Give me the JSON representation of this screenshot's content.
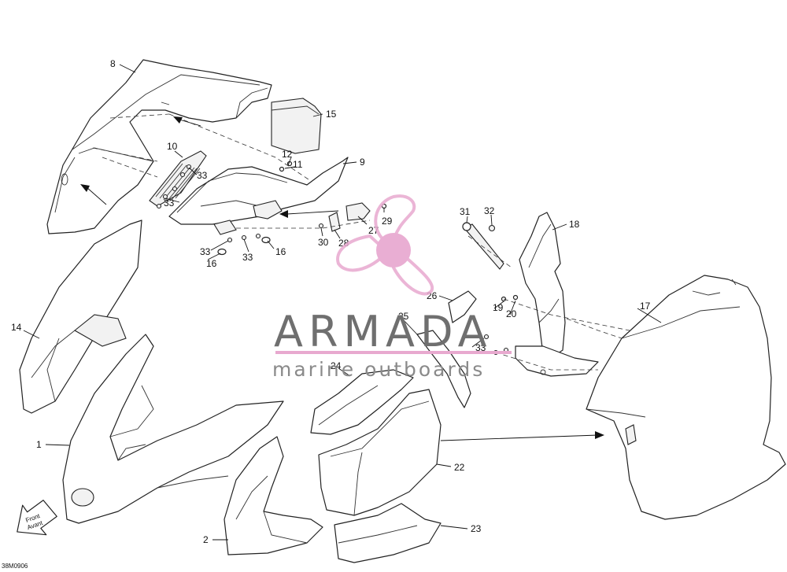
{
  "drawing_code": "38M0906",
  "front_arrow": {
    "line1": "Front",
    "line2": "Avant"
  },
  "watermark": {
    "brand": "ARMADA",
    "tagline": "marine outboards",
    "colors": {
      "logo_pink": "#e8a9cf",
      "logo_center": "#e6a0cc",
      "text_gray": "#6f6f6f"
    }
  },
  "callouts": {
    "c1": "1",
    "c2": "2",
    "c8": "8",
    "c9": "9",
    "c10": "10",
    "c11": "11",
    "c12": "12",
    "c14": "14",
    "c15": "15",
    "c16a": "16",
    "c16b": "16",
    "c17": "17",
    "c18": "18",
    "c19": "19",
    "c20": "20",
    "c22": "22",
    "c23": "23",
    "c24": "24",
    "c25": "25",
    "c26": "26",
    "c27": "27",
    "c28": "28",
    "c29": "29",
    "c30": "30",
    "c31": "31",
    "c32": "32",
    "c33a": "33",
    "c33b": "33",
    "c33c": "33",
    "c33d": "33",
    "c33e": "33"
  }
}
